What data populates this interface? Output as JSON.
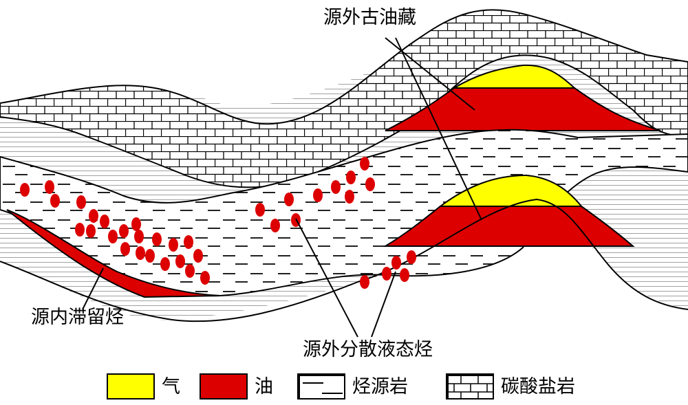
{
  "labels": {
    "ancient_reservoir": "源外古油藏",
    "retained_hydrocarbon": "源内滞留烃",
    "dispersed_liquid": "源外分散液态烃"
  },
  "legend": [
    {
      "key": "gas",
      "label": "气",
      "color": "#FFFF00"
    },
    {
      "key": "oil",
      "label": "油",
      "color": "#DD0000"
    },
    {
      "key": "source_rock",
      "label": "烃源岩"
    },
    {
      "key": "carbonate",
      "label": "碳酸盐岩"
    }
  ],
  "colors": {
    "gas": "#FFFF00",
    "oil": "#DD0000",
    "line": "#000000",
    "hatch": "#999999"
  }
}
